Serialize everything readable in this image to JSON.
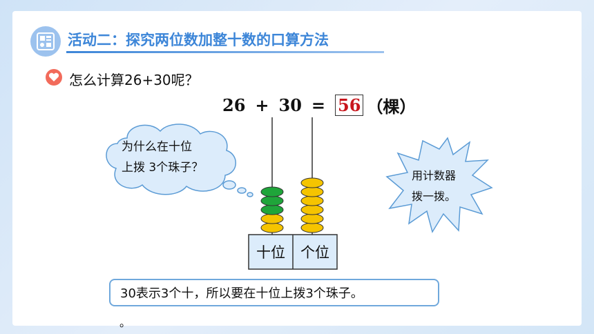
{
  "activity_title": "活动二：探究两位数加整十数的口算方法",
  "question": "怎么计算26+30呢？",
  "equation": {
    "a": "26",
    "op": "+",
    "b": "30",
    "eq": "=",
    "answer": "56",
    "unit": "（棵）"
  },
  "thought_bubble": {
    "line1": "为什么在十位",
    "line2": "上拨 3个珠子？"
  },
  "burst_bubble": {
    "line1": "用计数器",
    "line2": "拨一拨。"
  },
  "abacus": {
    "tens_label": "十位",
    "ones_label": "个位",
    "tens_beads": [
      {
        "color": "#f5c400"
      },
      {
        "color": "#f5c400"
      },
      {
        "color": "#1fa53a"
      },
      {
        "color": "#1fa53a"
      },
      {
        "color": "#1fa53a"
      }
    ],
    "ones_beads": [
      {
        "color": "#f5c400"
      },
      {
        "color": "#f5c400"
      },
      {
        "color": "#f5c400"
      },
      {
        "color": "#f5c400"
      },
      {
        "color": "#f5c400"
      },
      {
        "color": "#f5c400"
      }
    ]
  },
  "explanation": "30表示3个十，所以要在十位上拨3个珠子。",
  "stray_mark": "。",
  "colors": {
    "title": "#3d86d8",
    "answer": "#c8161d",
    "box_border": "#6fa8dc",
    "bubble_fill": "#dcecfb"
  }
}
